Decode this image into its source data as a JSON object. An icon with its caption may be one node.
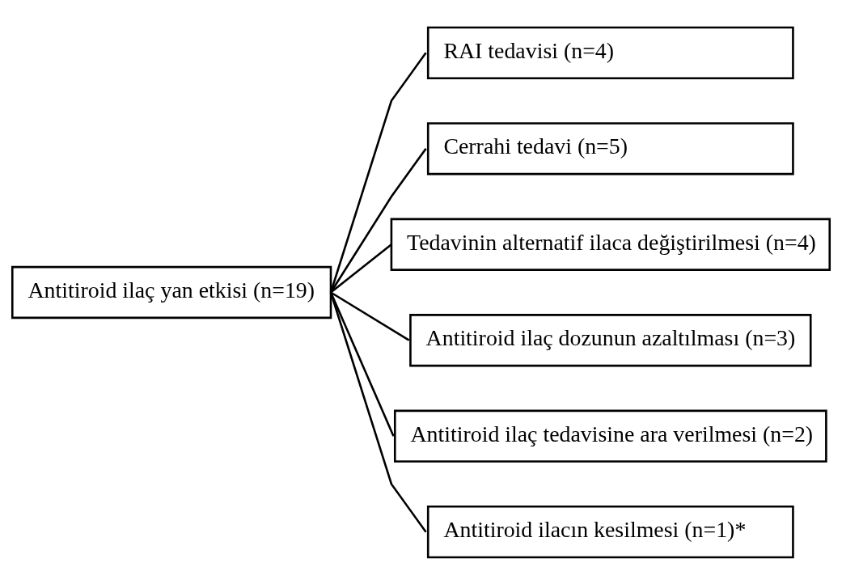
{
  "diagram": {
    "nodes": [
      {
        "text": [
          "Antitiroid ilaç yan etkisi (n=19)"
        ]
      },
      {
        "text": [
          "RAI tedavisi (n=4)"
        ]
      },
      {
        "text": [
          "Cerrahi tedavi (n=5)"
        ]
      },
      {
        "text": [
          "Tedavinin alternatif ilaca değiştirilmesi (n=4)"
        ]
      },
      {
        "text": [
          "Antitiroid ilaç dozunun azaltılması (n=3)"
        ]
      },
      {
        "text": [
          "Antitiroid ilaç tedavisine ara verilmesi (n=2)"
        ]
      },
      {
        "text": [
          "Antitiroid ilacın kesilmesi (n=1)*"
        ]
      }
    ],
    "edges": [
      {
        "from": 0,
        "to": 1,
        "arrow": "none"
      },
      {
        "from": 0,
        "to": 2,
        "arrow": "none"
      },
      {
        "from": 0,
        "to": 3,
        "arrow": "none"
      },
      {
        "from": 0,
        "to": 4,
        "arrow": "none"
      },
      {
        "from": 0,
        "to": 5,
        "arrow": "none"
      },
      {
        "from": 0,
        "to": 6,
        "arrow": "none"
      }
    ]
  }
}
